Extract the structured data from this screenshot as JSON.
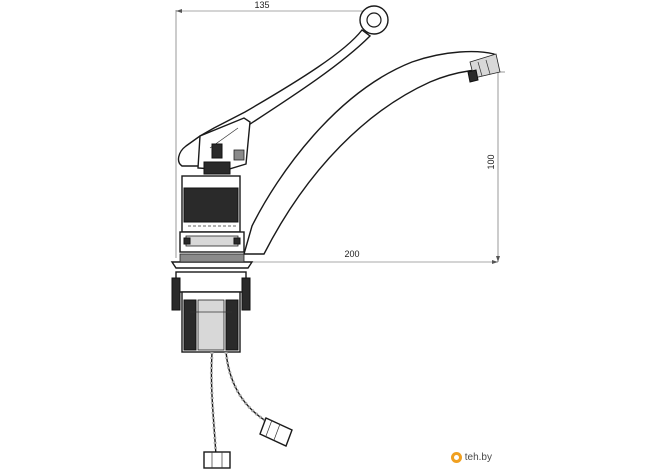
{
  "dimensions": {
    "top_width": "135",
    "height": "100",
    "spout_length": "200"
  },
  "watermark": {
    "text": "teh.by",
    "icon": "brand-logo-icon"
  },
  "colors": {
    "line": "#1a1a1a",
    "watermark_accent": "#f0a020"
  }
}
